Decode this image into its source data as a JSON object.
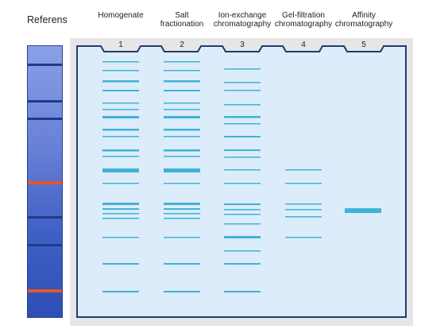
{
  "reference": {
    "label": "Referens",
    "band_colors": [
      "#1e3a8a",
      "#1e3a8a",
      "#1e3a8a",
      "#e4572e",
      "#1e3a8a",
      "#1e3a8a",
      "#e4572e"
    ]
  },
  "colors": {
    "gel_fill": "#dcecfa",
    "gel_border": "#1f3b73",
    "band": "#3fb3d6",
    "frame_shadow": "#e6e6e6"
  },
  "lanes": [
    {
      "number": "1",
      "header_lines": [
        "Homogenate"
      ]
    },
    {
      "number": "2",
      "header_lines": [
        "Salt",
        "fractionation"
      ]
    },
    {
      "number": "3",
      "header_lines": [
        "Ion-exchange",
        "chromatography"
      ]
    },
    {
      "number": "4",
      "header_lines": [
        "Gel-filtration",
        "chromatography"
      ]
    },
    {
      "number": "5",
      "header_lines": [
        "Affinity",
        "chromatography"
      ]
    }
  ]
}
